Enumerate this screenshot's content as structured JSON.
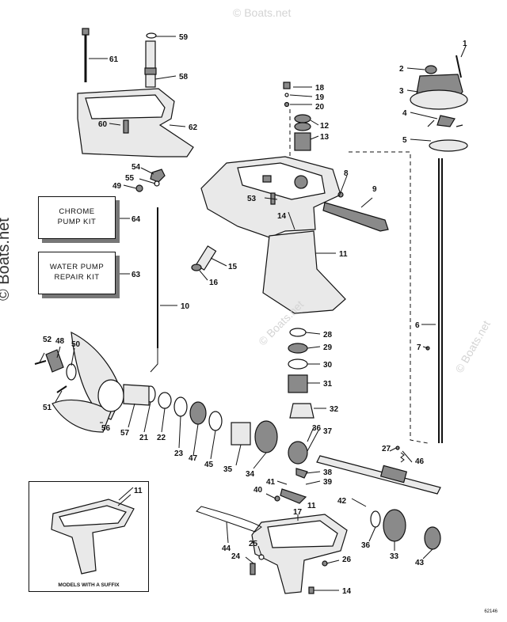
{
  "watermark": "© Boats.net",
  "kits": {
    "chrome_pump_kit": "CHROME PUMP KIT",
    "water_pump_repair_kit": "WATER PUMP REPAIR KIT",
    "chrome_line1": "CHROME",
    "chrome_line2": "PUMP KIT",
    "water_line1": "WATER PUMP",
    "water_line2": "REPAIR KIT"
  },
  "inset": {
    "caption": "MODELS WITH A SUFFIX",
    "callout": "11"
  },
  "drawing_number": "62146",
  "callouts": [
    {
      "id": "1",
      "text": "1"
    },
    {
      "id": "2",
      "text": "2"
    },
    {
      "id": "3",
      "text": "3"
    },
    {
      "id": "4",
      "text": "4"
    },
    {
      "id": "5",
      "text": "5"
    },
    {
      "id": "6",
      "text": "6"
    },
    {
      "id": "7",
      "text": "7"
    },
    {
      "id": "8",
      "text": "8"
    },
    {
      "id": "9",
      "text": "9"
    },
    {
      "id": "10",
      "text": "10"
    },
    {
      "id": "11a",
      "text": "11"
    },
    {
      "id": "11b",
      "text": "11"
    },
    {
      "id": "12",
      "text": "12"
    },
    {
      "id": "13",
      "text": "13"
    },
    {
      "id": "14a",
      "text": "14"
    },
    {
      "id": "14b",
      "text": "14"
    },
    {
      "id": "15",
      "text": "15"
    },
    {
      "id": "16",
      "text": "16"
    },
    {
      "id": "17",
      "text": "17"
    },
    {
      "id": "18",
      "text": "18"
    },
    {
      "id": "19",
      "text": "19"
    },
    {
      "id": "20",
      "text": "20"
    },
    {
      "id": "21",
      "text": "21"
    },
    {
      "id": "22",
      "text": "22"
    },
    {
      "id": "23",
      "text": "23"
    },
    {
      "id": "24",
      "text": "24"
    },
    {
      "id": "25",
      "text": "25"
    },
    {
      "id": "26",
      "text": "26"
    },
    {
      "id": "27",
      "text": "27"
    },
    {
      "id": "28",
      "text": "28"
    },
    {
      "id": "29",
      "text": "29"
    },
    {
      "id": "30",
      "text": "30"
    },
    {
      "id": "31",
      "text": "31"
    },
    {
      "id": "32",
      "text": "32"
    },
    {
      "id": "33",
      "text": "33"
    },
    {
      "id": "34",
      "text": "34"
    },
    {
      "id": "35",
      "text": "35"
    },
    {
      "id": "36a",
      "text": "36"
    },
    {
      "id": "36b",
      "text": "36"
    },
    {
      "id": "37",
      "text": "37"
    },
    {
      "id": "38",
      "text": "38"
    },
    {
      "id": "39",
      "text": "39"
    },
    {
      "id": "40",
      "text": "40"
    },
    {
      "id": "41",
      "text": "41"
    },
    {
      "id": "42",
      "text": "42"
    },
    {
      "id": "43",
      "text": "43"
    },
    {
      "id": "44",
      "text": "44"
    },
    {
      "id": "45",
      "text": "45"
    },
    {
      "id": "46",
      "text": "46"
    },
    {
      "id": "47",
      "text": "47"
    },
    {
      "id": "48",
      "text": "48"
    },
    {
      "id": "49",
      "text": "49"
    },
    {
      "id": "50",
      "text": "50"
    },
    {
      "id": "51",
      "text": "51"
    },
    {
      "id": "52",
      "text": "52"
    },
    {
      "id": "53",
      "text": "53"
    },
    {
      "id": "54",
      "text": "54"
    },
    {
      "id": "55",
      "text": "55"
    },
    {
      "id": "56",
      "text": "56"
    },
    {
      "id": "57",
      "text": "57"
    },
    {
      "id": "58",
      "text": "58"
    },
    {
      "id": "59",
      "text": "59"
    },
    {
      "id": "60",
      "text": "60"
    },
    {
      "id": "61",
      "text": "61"
    },
    {
      "id": "62",
      "text": "62"
    },
    {
      "id": "63",
      "text": "63"
    },
    {
      "id": "64",
      "text": "64"
    }
  ],
  "colors": {
    "line": "#111111",
    "part_fill": "#e9e9e9",
    "part_dark": "#8a8a8a",
    "shadow": "#777777",
    "watermark": "#c9c9c9"
  }
}
